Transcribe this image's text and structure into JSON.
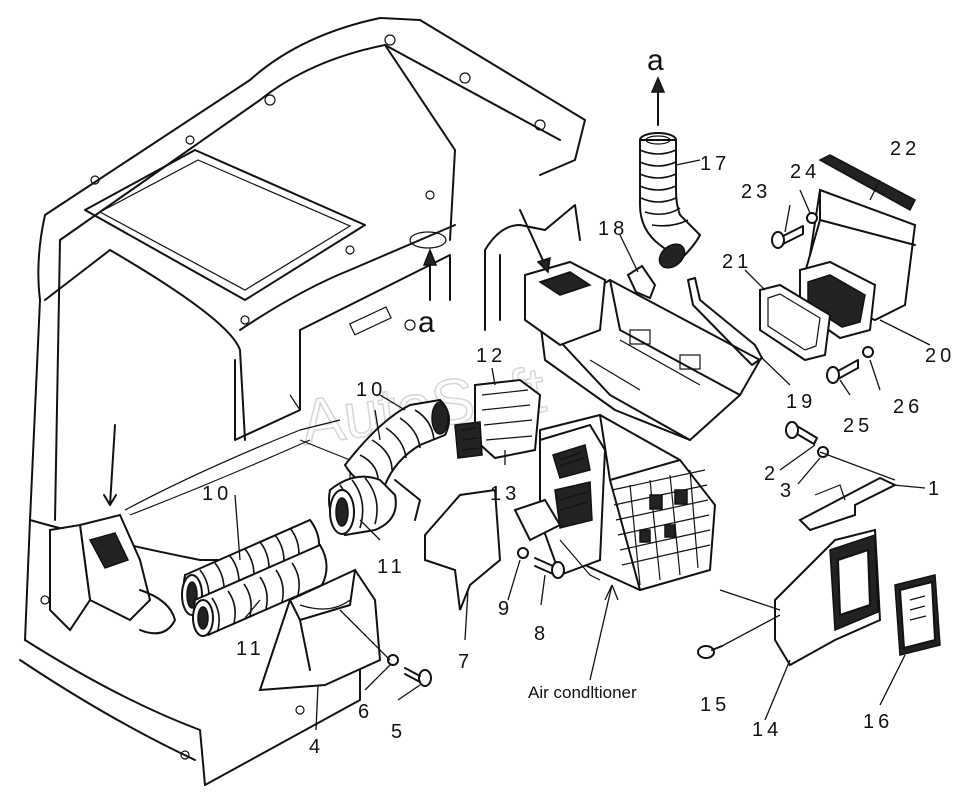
{
  "labels": {
    "p1": "1",
    "p2": "2",
    "p3": "3",
    "p4": "4",
    "p5": "5",
    "p6": "6",
    "p7": "7",
    "p8": "8",
    "p9": "9",
    "p10a": "10",
    "p10b": "10",
    "p11a": "11",
    "p11b": "11",
    "p12": "12",
    "p13": "13",
    "p14": "14",
    "p15": "15",
    "p16": "16",
    "p17": "17",
    "p18": "18",
    "p19": "19",
    "p20": "20",
    "p21": "21",
    "p22": "22",
    "p23": "23",
    "p24": "24",
    "p25": "25",
    "p26": "26"
  },
  "arrow_marks": {
    "top": "a",
    "cab": "a"
  },
  "caption": "Air condltioner",
  "watermark": "AutoSoft"
}
